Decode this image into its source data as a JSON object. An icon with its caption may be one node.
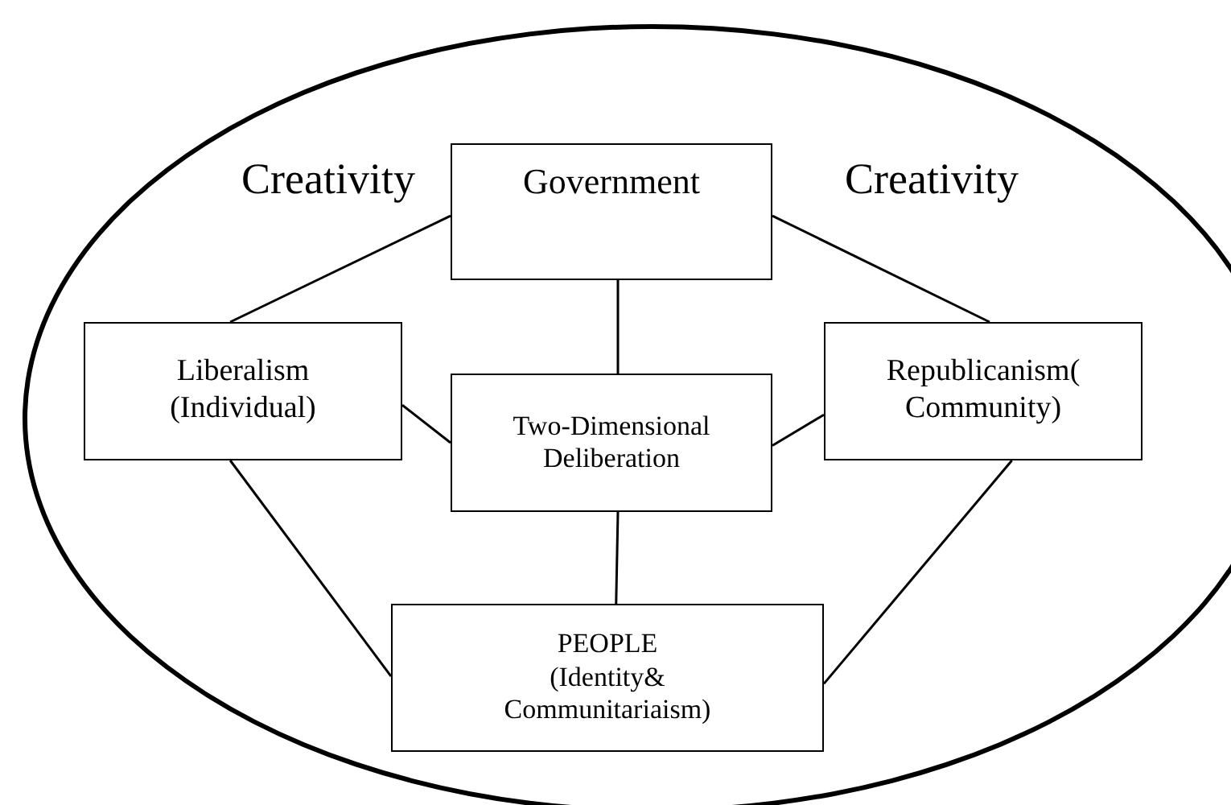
{
  "diagram": {
    "nodes": [
      {
        "text": [
          "Creativity",
          "Creativity"
        ]
      },
      {
        "text": [
          "Government"
        ],
        "in": 0
      },
      {
        "text": [
          "Liberalism (Individual)"
        ],
        "in": 0
      },
      {
        "text": [
          "Two-Dimensional Deliberation"
        ],
        "in": 0
      },
      {
        "text": [
          "Republicanism( Community)"
        ],
        "in": 0
      },
      {
        "text": [
          "PEOPLE (Identity& Communitariaism)"
        ],
        "in": 0
      }
    ],
    "edges": [
      {
        "from": 1,
        "to": 2,
        "arrow": "none"
      },
      {
        "from": 1,
        "to": 4,
        "arrow": "none"
      },
      {
        "from": 1,
        "to": 3,
        "arrow": "none"
      },
      {
        "from": 2,
        "to": 3,
        "arrow": "none"
      },
      {
        "from": 4,
        "to": 3,
        "arrow": "none"
      },
      {
        "from": 3,
        "to": 5,
        "arrow": "none"
      },
      {
        "from": 2,
        "to": 5,
        "arrow": "none"
      },
      {
        "from": 4,
        "to": 5,
        "arrow": "none"
      }
    ]
  }
}
